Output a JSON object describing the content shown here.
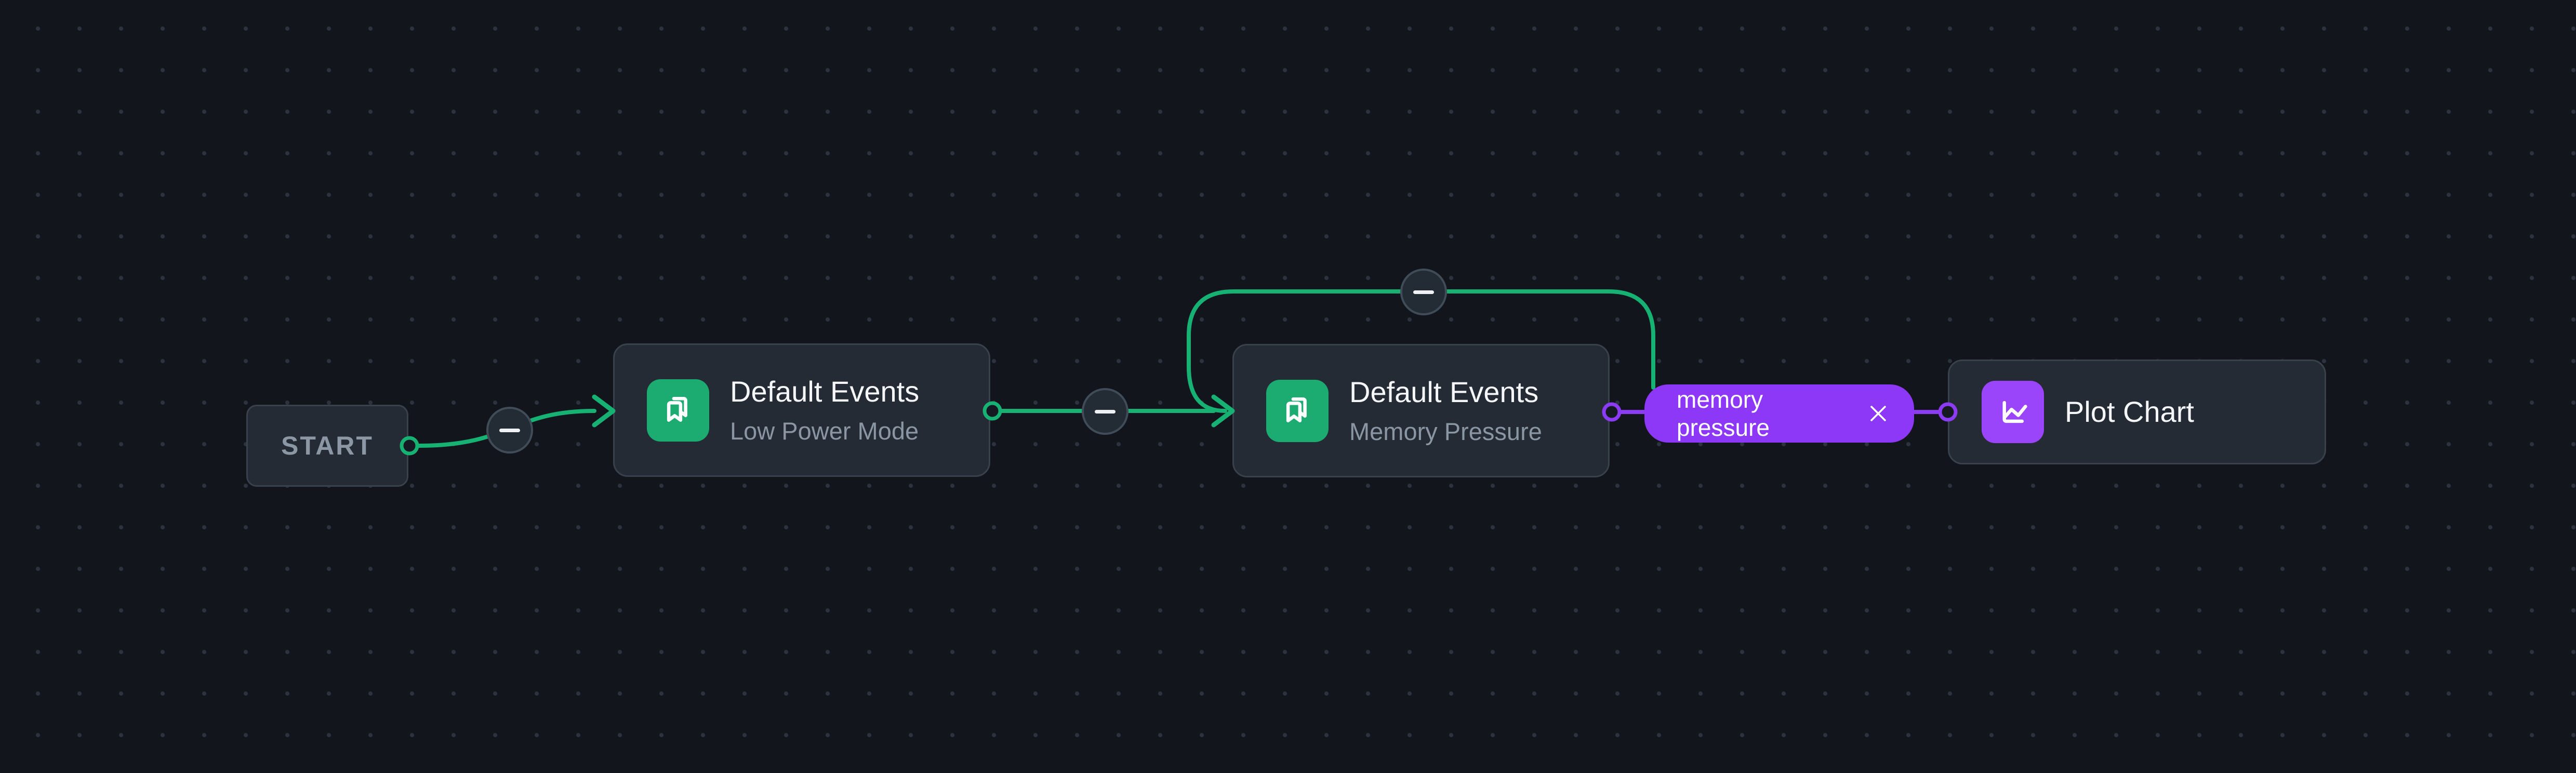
{
  "app": {
    "description": "node-based workflow editor canvas"
  },
  "colors": {
    "background": "#12151c",
    "grid_dot": "#2b333f",
    "node_fill": "#242b34",
    "node_border": "#39424c",
    "accent_green": "#16b173",
    "accent_purple": "#8d38f6",
    "icon_green": "#1cab70",
    "icon_purple": "#9b45fa",
    "title_text": "#f5f7fa",
    "subtitle_text": "#8b96a4",
    "start_text": "#8b97a5"
  },
  "nodes": {
    "start": {
      "label": "START"
    },
    "event1": {
      "title": "Default Events",
      "subtitle": "Low Power Mode",
      "icon": "bookmark-icon"
    },
    "event2": {
      "title": "Default Events",
      "subtitle": "Memory Pressure",
      "icon": "bookmark-icon"
    },
    "plot": {
      "title": "Plot Chart",
      "icon": "line-chart-icon"
    }
  },
  "edge_label": {
    "text": "memory pressure",
    "close_icon": "x-icon"
  },
  "edge_buttons": {
    "type": "remove-edge",
    "glyph": "minus"
  }
}
